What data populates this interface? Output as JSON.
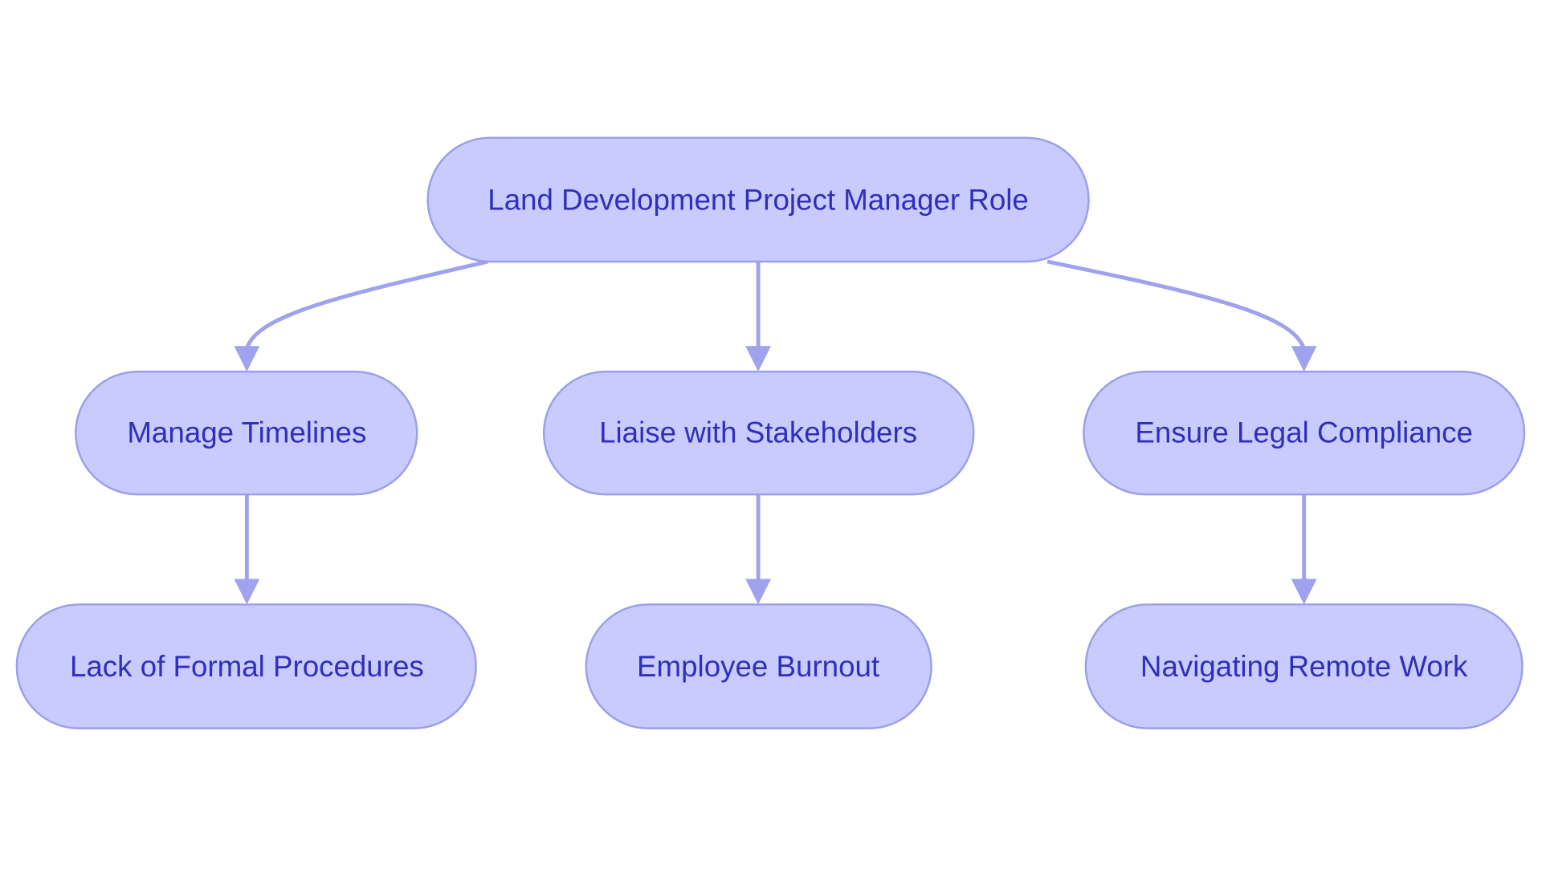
{
  "diagram": {
    "type": "flowchart-tree",
    "root": {
      "label": "Land Development Project Manager Role"
    },
    "children": [
      {
        "label": "Manage Timelines",
        "child": {
          "label": "Lack of Formal Procedures"
        }
      },
      {
        "label": "Liaise with Stakeholders",
        "child": {
          "label": "Employee Burnout"
        }
      },
      {
        "label": "Ensure Legal Compliance",
        "child": {
          "label": "Navigating Remote Work"
        }
      }
    ],
    "colors": {
      "node_fill": "#c9cbff",
      "node_stroke": "#9b9eea",
      "text": "#2f2fb8",
      "edge": "#9fa2ec"
    }
  }
}
